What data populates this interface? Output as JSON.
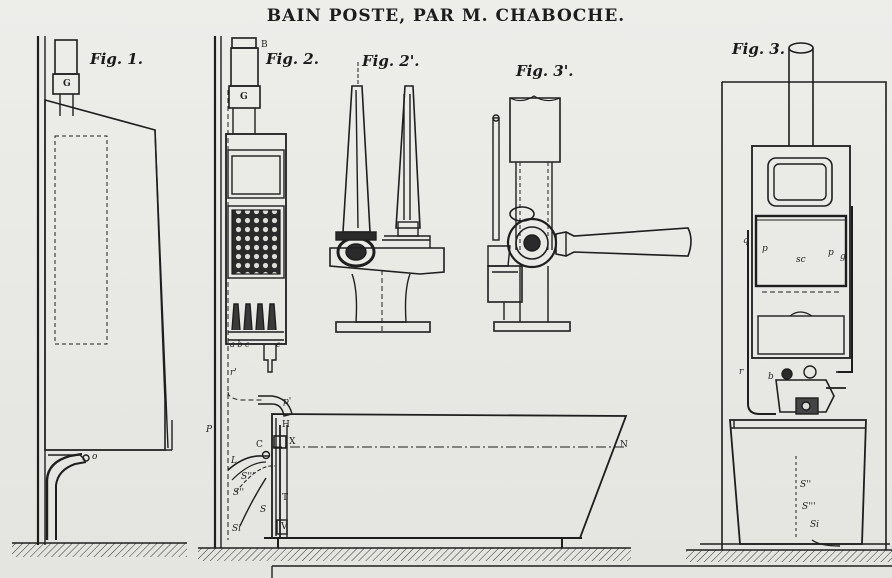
{
  "title": "BAIN POSTE, PAR M. CHABOCHE.",
  "figures": {
    "fig1": "Fig. 1.",
    "fig2": "Fig. 2.",
    "fig2b": "Fig. 2'.",
    "fig3b": "Fig. 3'.",
    "fig3": "Fig. 3."
  },
  "labels": {
    "g1": "G",
    "g2": "G",
    "b": "B",
    "o": "o",
    "r": "r'",
    "p_prime": "p'",
    "p": "P",
    "h": "H",
    "x": "X",
    "n": "N",
    "c": "C",
    "l": "L",
    "s1": "S'''",
    "s2": "S''",
    "t": "T",
    "s3": "S",
    "si": "Si",
    "v": "V",
    "abc": "a b c",
    "e": "e",
    "q3": "q",
    "p3": "p",
    "sc": "sc",
    "p3b": "p",
    "g3": "g",
    "r3": "r",
    "b3": "b",
    "s4": "S''",
    "s5": "S'''",
    "si3": "Si"
  }
}
